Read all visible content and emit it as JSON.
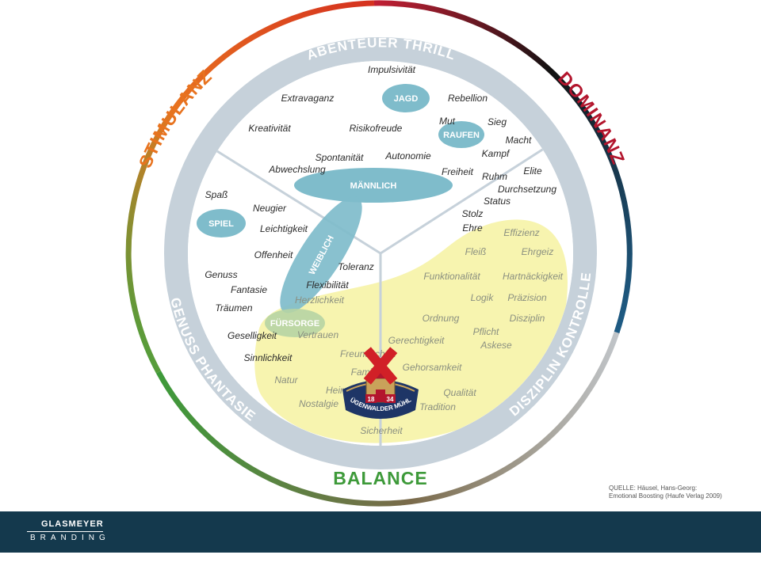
{
  "sectors": {
    "stimulanz": "STIMULANZ",
    "dominanz": "DOMINANZ",
    "balance": "BALANCE"
  },
  "ring": {
    "top": "ABENTEUER THRILL",
    "left": "GENUSS PHANTASIE",
    "right": "DISZIPLIN KONTROLLE"
  },
  "bubbles": {
    "jagd": "JAGD",
    "raufen": "RAUFEN",
    "maennlich": "MÄNNLICH",
    "spiel": "SPIEL",
    "weiblich": "WEIBLICH",
    "fuersorge": "FÜRSORGE"
  },
  "terms": {
    "impulsivitaet": "Impulsivität",
    "extravaganz": "Extravaganz",
    "rebellion": "Rebellion",
    "kreativitaet": "Kreativität",
    "risikofreude": "Risikofreude",
    "mut": "Mut",
    "sieg": "Sieg",
    "macht": "Macht",
    "spontanitaet": "Spontanität",
    "autonomie": "Autonomie",
    "kampf": "Kampf",
    "abwechslung": "Abwechslung",
    "freiheit": "Freiheit",
    "ruhm": "Ruhm",
    "elite": "Elite",
    "durchsetzung": "Durchsetzung",
    "status": "Status",
    "spass": "Spaß",
    "neugier": "Neugier",
    "stolz": "Stolz",
    "ehre": "Ehre",
    "leichtigkeit": "Leichtigkeit",
    "effizienz": "Effizienz",
    "offenheit": "Offenheit",
    "fleiss": "Fleiß",
    "ehrgeiz": "Ehrgeiz",
    "toleranz": "Toleranz",
    "genuss": "Genuss",
    "funktionalitaet": "Funktionalität",
    "hartnaeckigkeit": "Hartnäckigkeit",
    "fantasie": "Fantasie",
    "flexibilitaet": "Flexibilität",
    "herzlichkeit": "Herzlichkeit",
    "logik": "Logik",
    "praezision": "Präzision",
    "traeumen": "Träumen",
    "ordnung": "Ordnung",
    "disziplin": "Disziplin",
    "geselligkeit": "Geselligkeit",
    "vertrauen": "Vertrauen",
    "pflicht": "Pflicht",
    "askese": "Askese",
    "gerechtigkeit": "Gerechtigkeit",
    "freundschaft": "Freundschaft",
    "sinnlichkeit": "Sinnlichkeit",
    "familie": "Familie",
    "gehorsamkeit": "Gehorsamkeit",
    "natur": "Natur",
    "heimat": "Heimat",
    "qualitaet": "Qualität",
    "nostalgie": "Nostalgie",
    "tradition": "Tradition",
    "sicherheit": "Sicherheit"
  },
  "brand_logo": {
    "name": "RÜGENWALDER MÜHLE",
    "year_left": "18",
    "year_right": "34"
  },
  "source_note": {
    "line1": "QUELLE: Häusel, Hans-Georg:",
    "line2": "Emotional Boosting (Haufe Verlag 2009)"
  },
  "footer": {
    "brand": "GLASMEYER",
    "sub": "BRANDING"
  },
  "colors": {
    "stimulanz": "#e8731f",
    "dominanz": "#b3152d",
    "balance": "#3e9a3a",
    "ring": "#c6d1da",
    "bubble": "#7fbccb",
    "balance_zone": "#f6f3a6",
    "footer": "#14394d"
  }
}
